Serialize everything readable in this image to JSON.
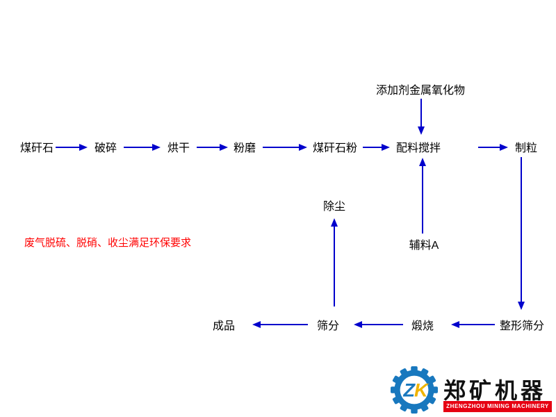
{
  "colors": {
    "arrow_blue": "#0000cc",
    "text_black": "#000000",
    "note_red": "#ff0000",
    "logo_blue": "#1878be",
    "logo_yellow": "#f0b400",
    "banner_red": "#e60012"
  },
  "flow": {
    "nodes": {
      "coal_gangue": "煤矸石",
      "crushing": "破碎",
      "drying": "烘干",
      "grinding": "粉磨",
      "coal_gangue_powder": "煤矸石粉",
      "mixing": "配料搅拌",
      "granulation": "制粒",
      "additive": "添加剂金属氧化物",
      "auxiliary_a": "辅料A",
      "dust_removal": "除尘",
      "shaping_screening": "整形筛分",
      "calcination": "煅烧",
      "screening": "筛分",
      "finished_product": "成品"
    },
    "note": "废气脱硫、脱硝、收尘满足环保要求"
  },
  "logo": {
    "monogram_z": "Z",
    "monogram_k": "K",
    "company_name": "郑矿机器",
    "company_name_en": "ZHENGZHOU MINING MACHINERY"
  }
}
